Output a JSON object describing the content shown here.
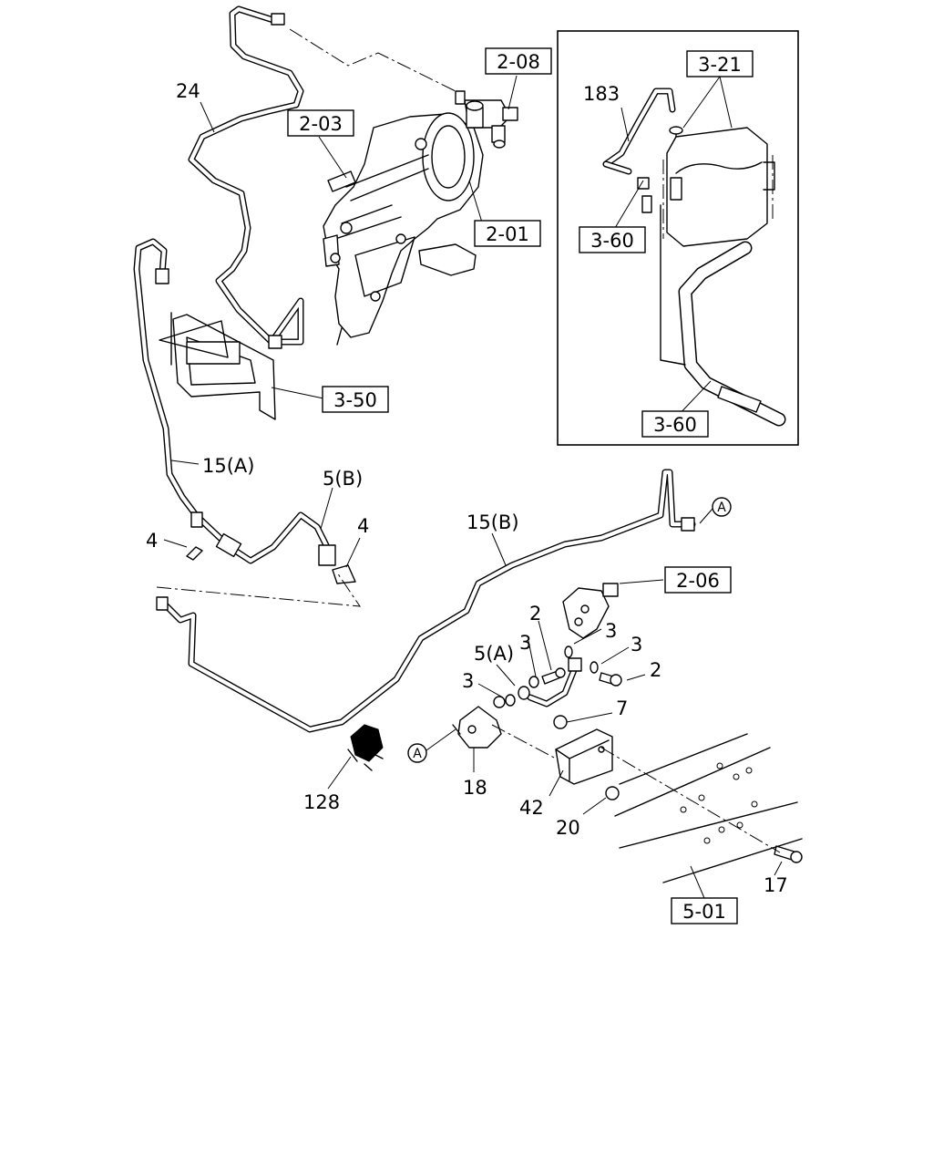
{
  "diagram": {
    "boxed_refs": {
      "r2_08": "2-08",
      "r2_03": "2-03",
      "r2_01": "2-01",
      "r3_21": "3-21",
      "r3_60a": "3-60",
      "r3_60b": "3-60",
      "r3_50": "3-50",
      "r2_06": "2-06",
      "r5_01": "5-01"
    },
    "labels": {
      "l24": "24",
      "l183": "183",
      "l15a": "15(A)",
      "l5b": "5(B)",
      "l4a": "4",
      "l4b": "4",
      "l15b": "15(B)",
      "l2a": "2",
      "l3a": "3",
      "l3b": "3",
      "l5a": "5(A)",
      "l3c": "3",
      "l3d": "3",
      "l2b": "2",
      "l7": "7",
      "l18": "18",
      "l42": "42",
      "l20": "20",
      "l128": "128",
      "l17": "17"
    },
    "markers": {
      "circleA1": "A",
      "circleA2": "A"
    }
  }
}
